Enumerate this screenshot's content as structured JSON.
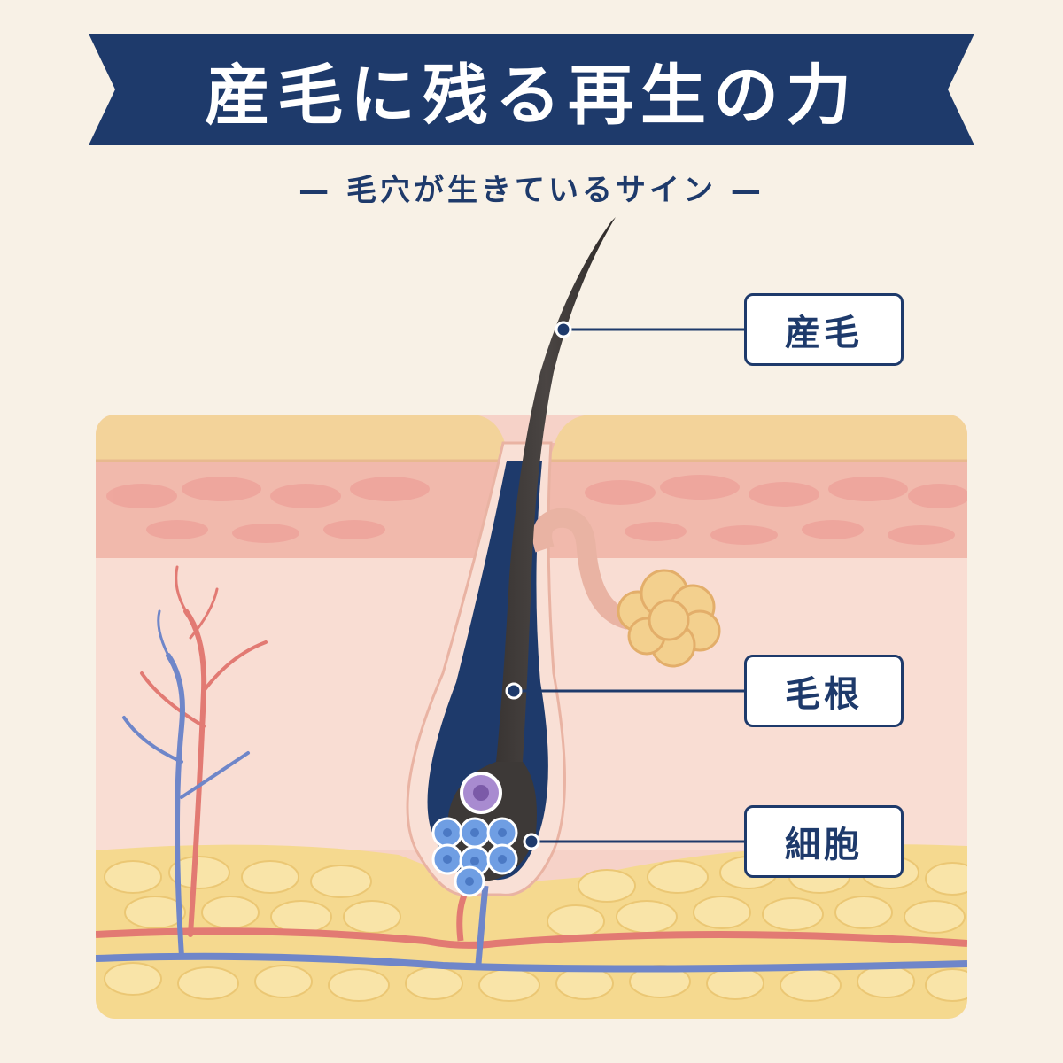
{
  "header": {
    "title": "産毛に残る再生の力",
    "subtitle": "— 毛穴が生きているサイン —"
  },
  "labels": {
    "vellus_hair": "産毛",
    "hair_root": "毛根",
    "cells": "細胞"
  },
  "colors": {
    "navy": "#1e3a6b",
    "background": "#f8f1e6",
    "skin_top": "#f3d39a",
    "dermis": "#f6d2c8",
    "fat": "#f5d98f",
    "hair": "#3d3937",
    "cells": "#6f9ee3",
    "stem_cell": "#a88bd0",
    "artery": "#e27a73",
    "vein": "#6f86c9"
  },
  "icons": {
    "leader_dot": "leader-dot-icon"
  }
}
